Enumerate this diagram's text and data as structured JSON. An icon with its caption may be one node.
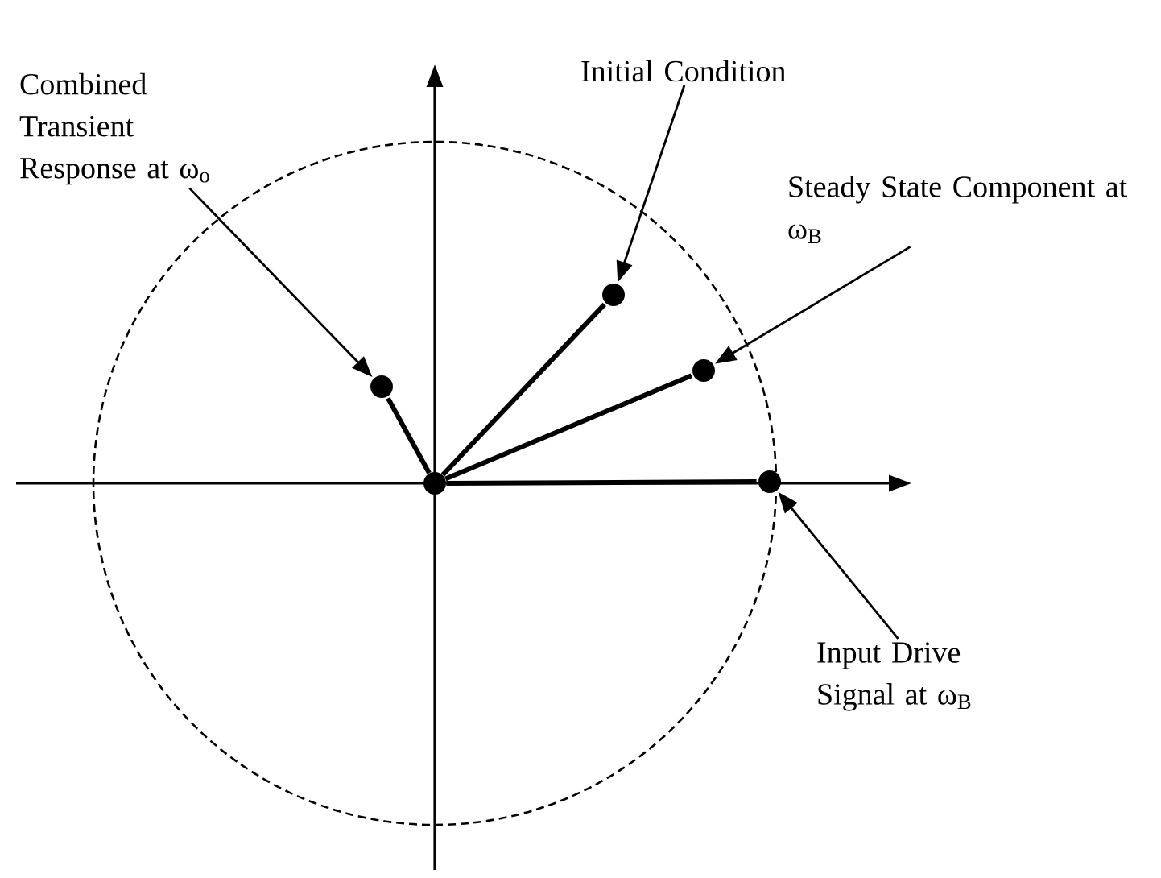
{
  "diagram": {
    "nodes": [
      {
        "text": [
          "Combined Transient Response at ω$_{o}$"
        ]
      },
      {
        "text": [
          "Initial Condition"
        ]
      },
      {
        "text": [
          "Steady State Component at ω$_{B}$"
        ]
      },
      {
        "text": [
          "Input Drive Signal at ω$_{B}$"
        ]
      },
      {
        "text": [],
        "shape": "circle"
      },
      {
        "text": [],
        "shape": "circle"
      },
      {
        "text": [],
        "shape": "circle"
      },
      {
        "text": [],
        "shape": "circle"
      },
      {
        "text": [],
        "shape": "circle"
      }
    ],
    "edges": [
      {
        "from": 0,
        "to": 4,
        "arrow": "to"
      },
      {
        "from": 1,
        "to": 5,
        "arrow": "to"
      },
      {
        "from": 2,
        "to": 6,
        "arrow": "to"
      },
      {
        "from": 3,
        "to": 7,
        "arrow": "to"
      },
      {
        "from": 8,
        "to": 4,
        "arrow": "none",
        "style": "thick"
      },
      {
        "from": 8,
        "to": 5,
        "arrow": "none",
        "style": "thick"
      },
      {
        "from": 8,
        "to": 6,
        "arrow": "none",
        "style": "thick"
      },
      {
        "from": 8,
        "to": 7,
        "arrow": "none",
        "style": "thick"
      }
    ]
  }
}
